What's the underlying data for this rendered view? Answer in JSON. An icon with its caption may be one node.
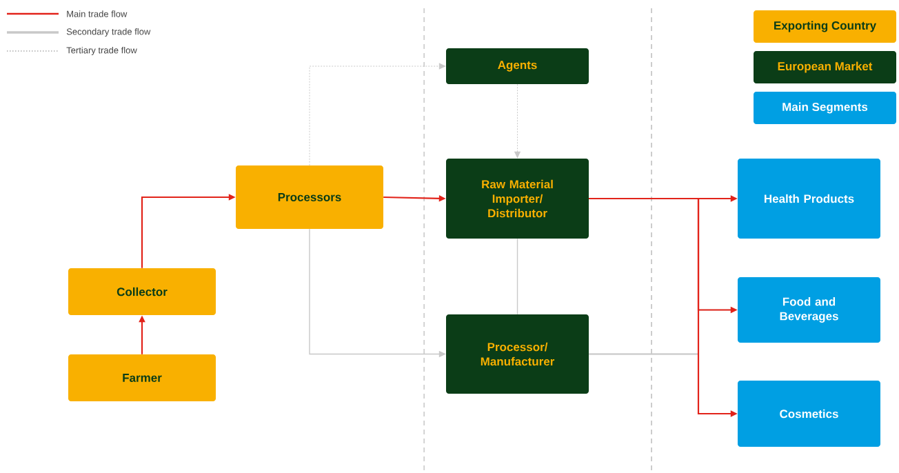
{
  "diagram": {
    "nodes": [
      {
        "text": [
          "Agents"
        ]
      },
      {
        "text": [
          "Processors"
        ]
      },
      {
        "text": [
          "Raw Material Importer/ Distributor"
        ]
      },
      {
        "text": [
          "Collector"
        ]
      },
      {
        "text": [
          "Farmer"
        ]
      },
      {
        "text": [
          "Processor/ Manufacturer"
        ]
      },
      {
        "text": [
          "Health Products"
        ]
      },
      {
        "text": [
          "Food and Beverages"
        ]
      },
      {
        "text": [
          "Cosmetics"
        ]
      }
    ],
    "edges": [
      {
        "from": 4,
        "to": 3,
        "arrow": "to",
        "color": "#e2231a"
      },
      {
        "from": 3,
        "to": 1,
        "arrow": "to",
        "color": "#e2231a"
      },
      {
        "from": 1,
        "to": 2,
        "arrow": "to",
        "color": "#e2231a"
      },
      {
        "from": 1,
        "to": 0,
        "arrow": "to",
        "style": "dashed",
        "color": "#c8c8c8"
      },
      {
        "from": 0,
        "to": 2,
        "arrow": "to",
        "style": "dashed",
        "color": "#c8c8c8"
      },
      {
        "from": 1,
        "to": 5,
        "arrow": "to",
        "color": "#c8c8c8"
      },
      {
        "from": 2,
        "to": 5,
        "arrow": "none",
        "color": "#c8c8c8"
      },
      {
        "from": 5,
        "to": 6,
        "arrow": "to",
        "color": "#c8c8c8"
      },
      {
        "from": 5,
        "to": 7,
        "arrow": "to",
        "color": "#c8c8c8"
      },
      {
        "from": 5,
        "to": 8,
        "arrow": "to",
        "color": "#c8c8c8"
      },
      {
        "from": 2,
        "to": 6,
        "arrow": "to",
        "color": "#e2231a"
      },
      {
        "from": 2,
        "to": 7,
        "arrow": "to",
        "color": "#e2231a"
      },
      {
        "from": 2,
        "to": 8,
        "arrow": "to",
        "color": "#e2231a"
      }
    ],
    "legend": [
      {
        "text": "Main trade flow"
      },
      {
        "text": "Secondary trade flow"
      },
      {
        "text": "Tertiary trade flow"
      },
      {
        "text": "Exporting Country",
        "color": "#f9b000"
      },
      {
        "text": "European Market",
        "color": "#0b3d17"
      },
      {
        "text": "Main Segments",
        "color": "#009fe3"
      }
    ]
  }
}
